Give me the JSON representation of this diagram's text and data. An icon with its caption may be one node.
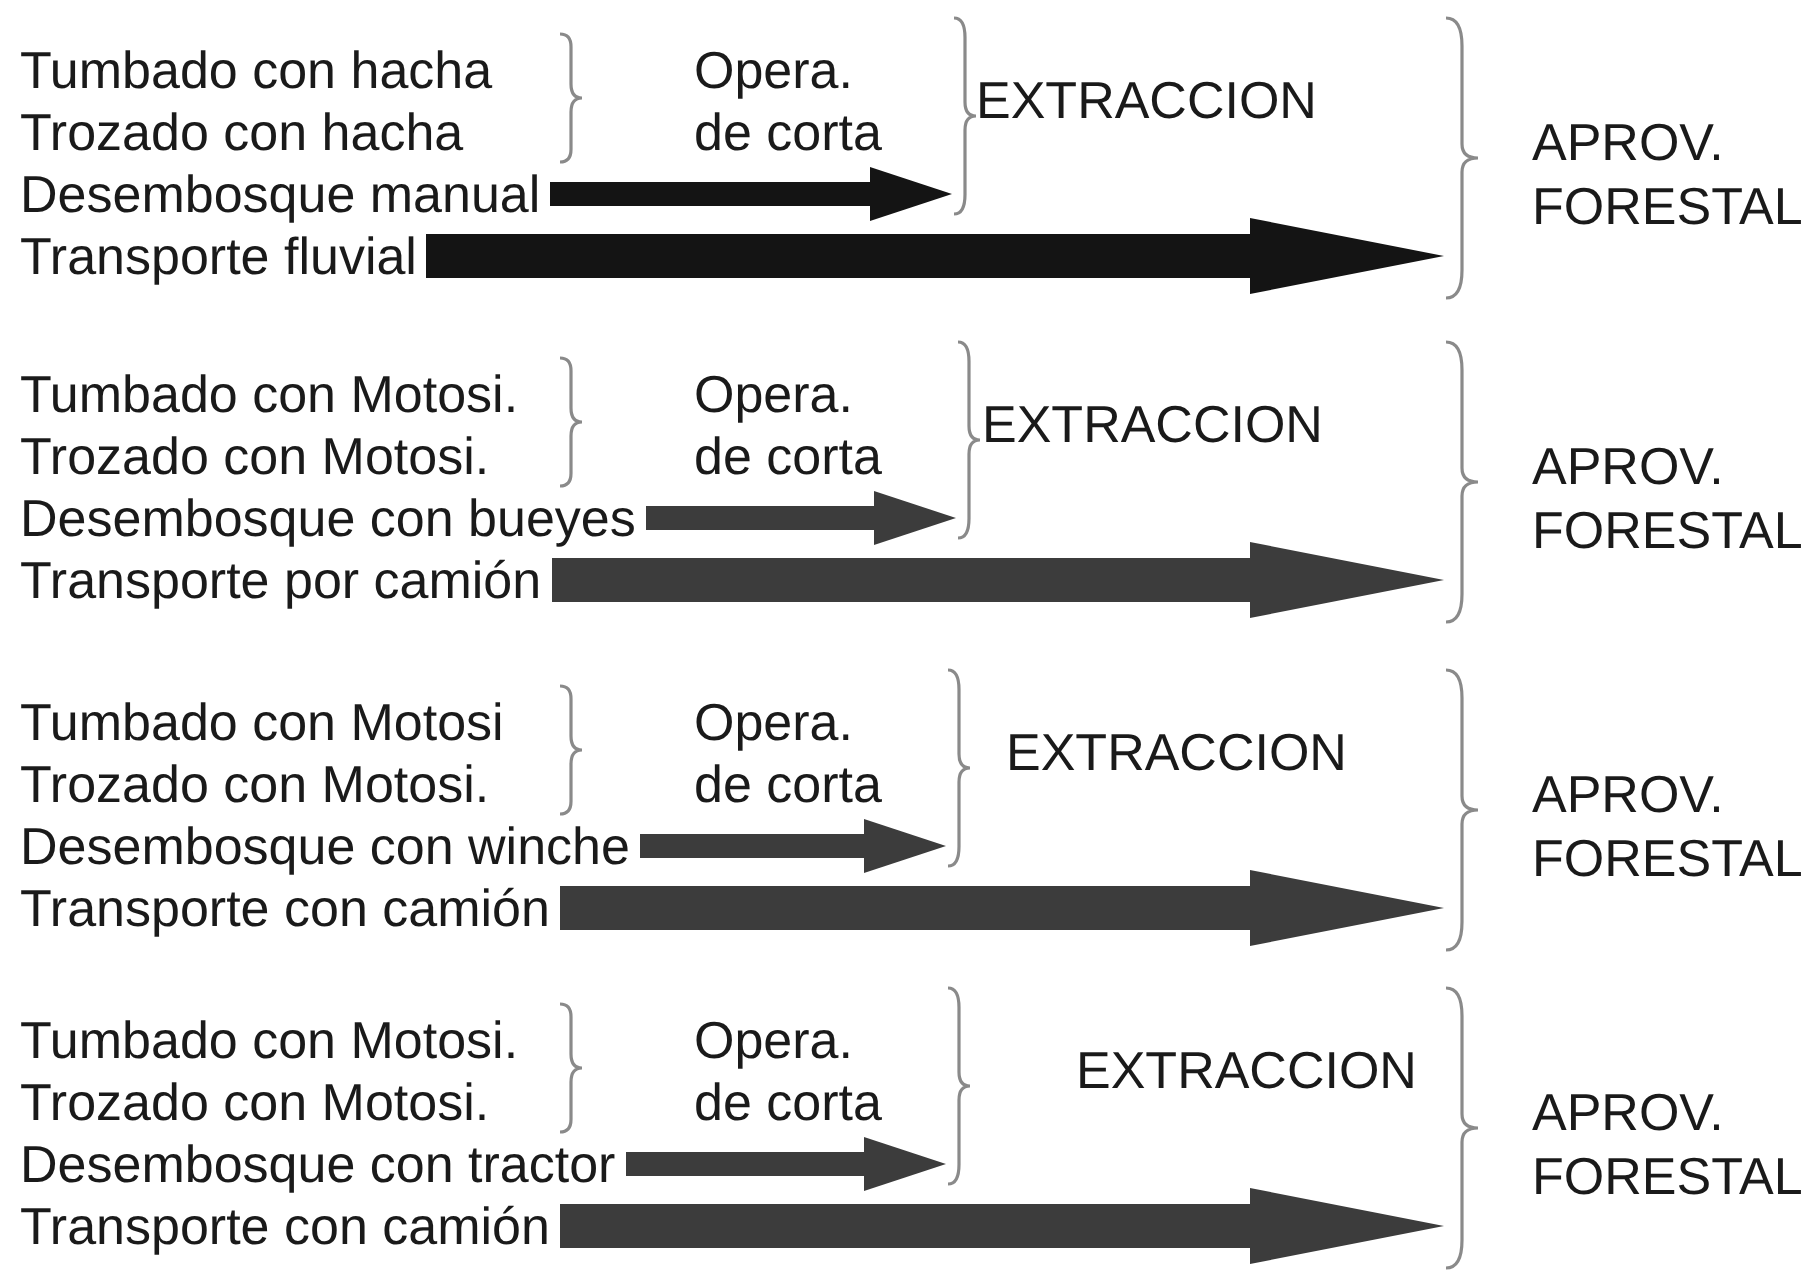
{
  "diagram": {
    "nodes": [
      {
        "text": [
          "Tumbado con hacha"
        ]
      },
      {
        "text": [
          "Trozado con hacha"
        ]
      },
      {
        "text": [
          "Desembosque manual"
        ]
      },
      {
        "text": [
          "Transporte fluvial"
        ]
      },
      {
        "text": [
          "Opera. de corta"
        ]
      },
      {
        "text": [
          "EXTRACCION"
        ]
      },
      {
        "text": [
          "APROV. FORESTAL"
        ]
      },
      {
        "text": [
          "Tumbado con Motosi."
        ]
      },
      {
        "text": [
          "Trozado con Motosi."
        ]
      },
      {
        "text": [
          "Desembosque con bueyes"
        ]
      },
      {
        "text": [
          "Transporte por camión"
        ]
      },
      {
        "text": [
          "Opera. de corta"
        ]
      },
      {
        "text": [
          "EXTRACCION"
        ]
      },
      {
        "text": [
          "APROV. FORESTAL"
        ]
      },
      {
        "text": [
          "Tumbado con Motosi"
        ]
      },
      {
        "text": [
          "Trozado con Motosi."
        ]
      },
      {
        "text": [
          "Desembosque con winche"
        ]
      },
      {
        "text": [
          "Transporte con camión"
        ]
      },
      {
        "text": [
          "Opera. de corta"
        ]
      },
      {
        "text": [
          "EXTRACCION"
        ]
      },
      {
        "text": [
          "APROV. FORESTAL"
        ]
      },
      {
        "text": [
          "Tumbado con Motosi."
        ]
      },
      {
        "text": [
          "Trozado con Motosi."
        ]
      },
      {
        "text": [
          "Desembosque con tractor"
        ]
      },
      {
        "text": [
          "Transporte con camión"
        ]
      },
      {
        "text": [
          "Opera. de corta"
        ]
      },
      {
        "text": [
          "EXTRACCION"
        ]
      },
      {
        "text": [
          "APROV. FORESTAL"
        ]
      }
    ],
    "edges": [
      {
        "from": 2,
        "to": 5,
        "arrow": "to",
        "color": "#141414"
      },
      {
        "from": 3,
        "to": 6,
        "arrow": "to",
        "style": "thick",
        "color": "#141414"
      },
      {
        "from": 9,
        "to": 12,
        "arrow": "to"
      },
      {
        "from": 10,
        "to": 13,
        "arrow": "to",
        "style": "thick"
      },
      {
        "from": 16,
        "to": 19,
        "arrow": "to"
      },
      {
        "from": 17,
        "to": 20,
        "arrow": "to",
        "style": "thick"
      },
      {
        "from": 23,
        "to": 26,
        "arrow": "to"
      },
      {
        "from": 24,
        "to": 27,
        "arrow": "to",
        "style": "thick"
      }
    ]
  }
}
